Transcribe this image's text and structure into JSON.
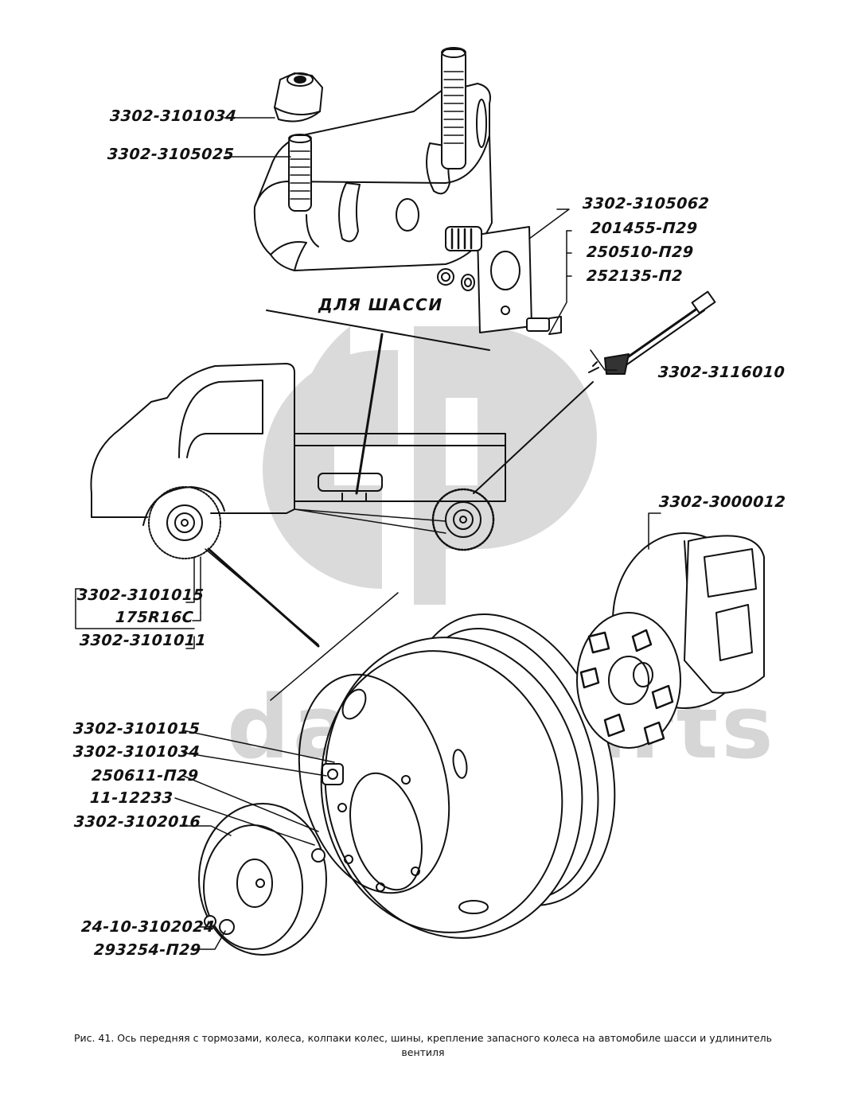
{
  "figure": {
    "subtitle": "ДЛЯ ШАССИ",
    "caption_line1": "Рис. 41. Ось передняя с тормозами, колеса, колпаки колес, шины, крепление запасного колеса на автомобиле шасси и удлинитель",
    "caption_line2": "вентиля"
  },
  "watermark": {
    "logo": "GP",
    "text": "data-parts",
    "color": "#d6d6d6"
  },
  "labels": {
    "top_nut": "3302-3101034",
    "top_stud": "3302-3105025",
    "bracket": "3302-3105062",
    "bolt_a": "201455-П29",
    "bolt_b": "250510-П29",
    "bolt_c": "252135-П2",
    "valve_extension": "3302-3116010",
    "front_axle": "3302-3000012",
    "truck_wheel_1": "3302-3101015",
    "truck_tire": "175R16C",
    "truck_wheel_2": "3302-3101011",
    "wheel_disc": "3302-3101015",
    "wheel_nut": "3302-3101034",
    "washer": "250611-П29",
    "clip": "11-12233",
    "hub_cap": "3302-3102016",
    "cap_screw": "24-10-3102024",
    "cap_washer": "293254-П29"
  },
  "colors": {
    "ink": "#111111",
    "paper": "#ffffff"
  }
}
